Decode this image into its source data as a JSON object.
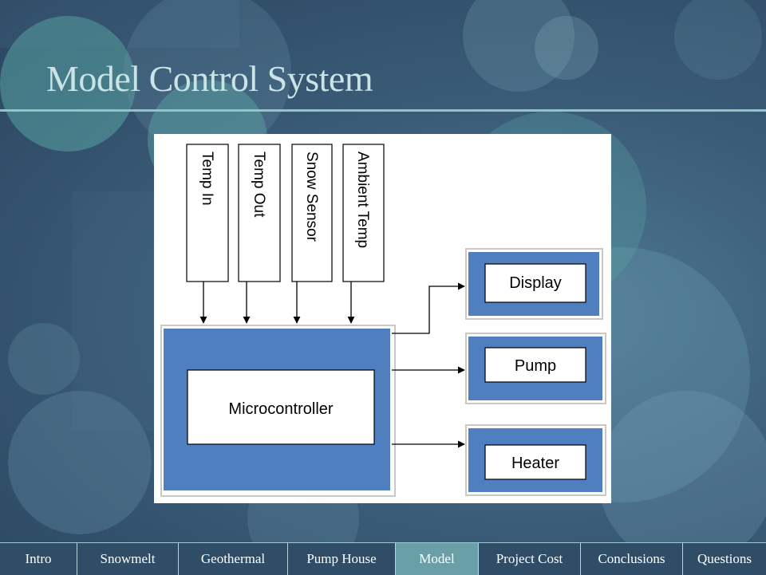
{
  "slide": {
    "title": "Model Control System"
  },
  "diagram": {
    "inputs": [
      "Temp In",
      "Temp Out",
      "Snow Sensor",
      "Ambient Temp"
    ],
    "controller": "Microcontroller",
    "outputs": [
      "Display",
      "Pump",
      "Heater"
    ]
  },
  "nav": {
    "items": [
      "Intro",
      "Snowmelt",
      "Geothermal",
      "Pump House",
      "Model",
      "Project Cost",
      "Conclusions",
      "Questions"
    ],
    "active_index": 4
  },
  "colors": {
    "block_blue": "#4f7fbf",
    "title": "#c9e3e6",
    "accent_rule": "#8fc6c4"
  }
}
